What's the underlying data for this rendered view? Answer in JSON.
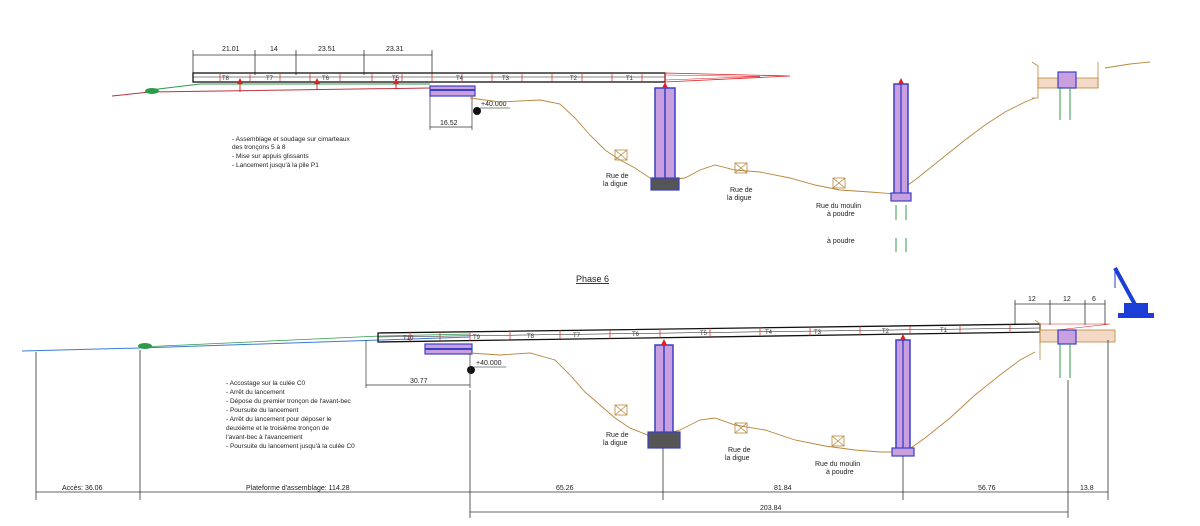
{
  "phase_title": "Phase 6",
  "top": {
    "dimensions": [
      "21.01",
      "14",
      "23.51",
      "23.31"
    ],
    "segments": [
      "T8",
      "T7",
      "T6",
      "T5",
      "T4",
      "T3",
      "T2",
      "T1"
    ],
    "elevation": "+40.000",
    "offset": "16.52",
    "notes": [
      "- Assemblage et soudage sur cimarteaux",
      "des tronçons 5 à 8",
      "- Mise sur appuis glissants",
      "- Lancement jusqu'à la pile P1"
    ],
    "streets": [
      "Rue de",
      "la digue",
      "Rue de",
      "la digue",
      "Rue du moulin",
      "à poudre",
      "à poudre"
    ]
  },
  "bottom": {
    "dimensions": [
      "12",
      "12",
      "6"
    ],
    "segments": [
      "T10",
      "T9",
      "T8",
      "T7",
      "T6",
      "T5",
      "T4",
      "T3",
      "T2",
      "T1"
    ],
    "elevation": "+40.000",
    "offset": "30.77",
    "notes": [
      "- Accostage sur la culée C0",
      "- Arrêt du lancement",
      "- Dépose du premier tronçon de l'avant-bec",
      "- Poursuite du lancement",
      "- Arrêt du lancement pour déposer le",
      "deuxième et le troisième tronçon de",
      "l'avant-bec à l'avancement",
      "- Poursuite du lancement jusqu'à la culée C0"
    ],
    "streets": [
      "Rue de",
      "la digue",
      "Rue de",
      "la digue",
      "Rue du moulin",
      "à poudre"
    ],
    "spans": [
      "Accès: 36.06",
      "Plateforme d'assemblage: 114.28",
      "65.26",
      "81.84",
      "56.76",
      "13.8"
    ],
    "total": "203.84"
  },
  "colors": {
    "terrain": "#b8863b",
    "deck": "#111111",
    "pier": "#3b3fc4",
    "pier_fill": "#c8a0e0",
    "slide": "#3a7bd5",
    "marker": "#e02020",
    "crane": "#1b3fd6",
    "ground_green": "#2f9a4a"
  }
}
